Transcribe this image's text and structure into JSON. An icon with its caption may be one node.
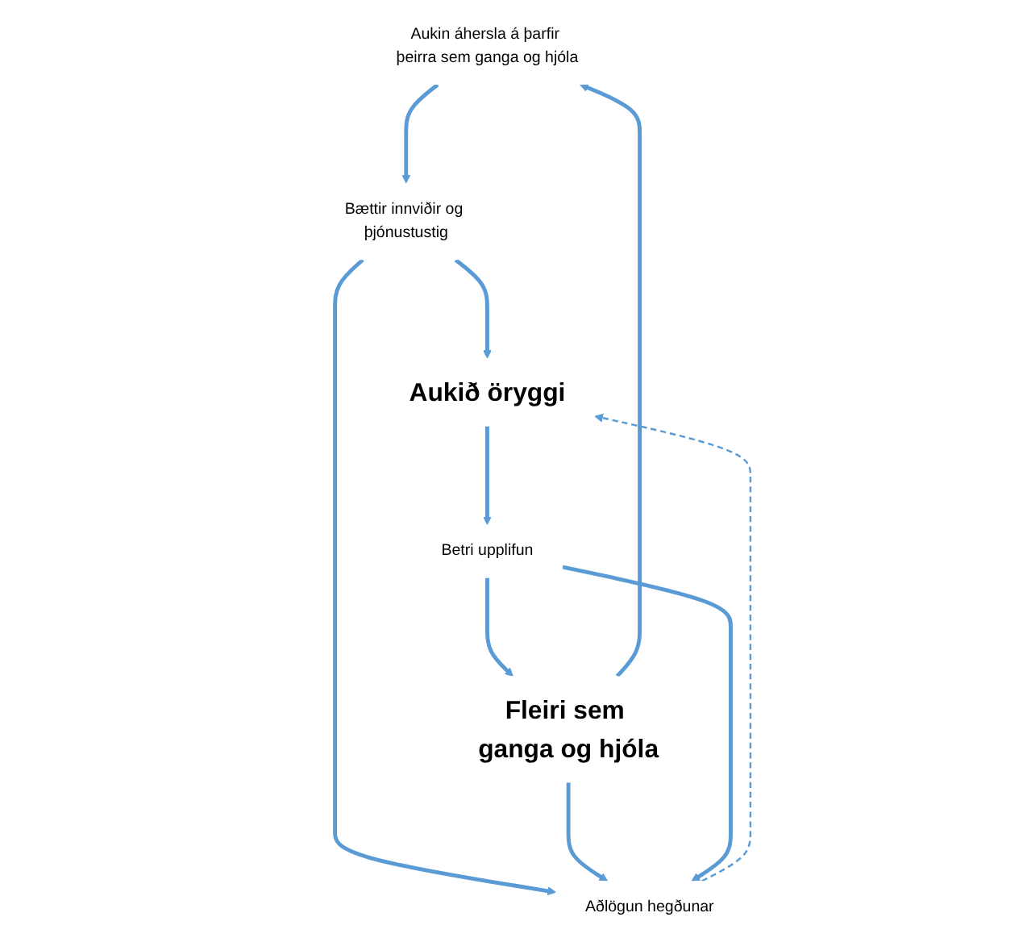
{
  "diagram": {
    "nodes": [
      {
        "text": [
          "Aukin áhersla á þarfir þeirra sem ganga og hjóla"
        ]
      },
      {
        "text": [
          "Bættir innviðir og þjónustustig"
        ]
      },
      {
        "text": [
          "Aðlögun hegðunar"
        ]
      },
      {
        "text": [
          "Aukið öryggi"
        ]
      },
      {
        "text": [
          "Betri upplifun"
        ]
      },
      {
        "text": [
          "Fleiri sem ganga og hjóla"
        ]
      }
    ],
    "edges": [
      {
        "from": 0,
        "to": 1,
        "arrow": "to"
      },
      {
        "from": 1,
        "to": 3,
        "arrow": "to"
      },
      {
        "from": 3,
        "to": 4,
        "arrow": "to"
      },
      {
        "from": 4,
        "to": 5,
        "arrow": "to"
      },
      {
        "from": 5,
        "to": 0,
        "arrow": "to"
      },
      {
        "from": 1,
        "to": 2,
        "arrow": "to"
      },
      {
        "from": 5,
        "to": 2,
        "arrow": "to"
      },
      {
        "from": 4,
        "to": 2,
        "arrow": "to"
      },
      {
        "from": 2,
        "to": 3,
        "arrow": "to",
        "style": "dashed"
      }
    ]
  }
}
